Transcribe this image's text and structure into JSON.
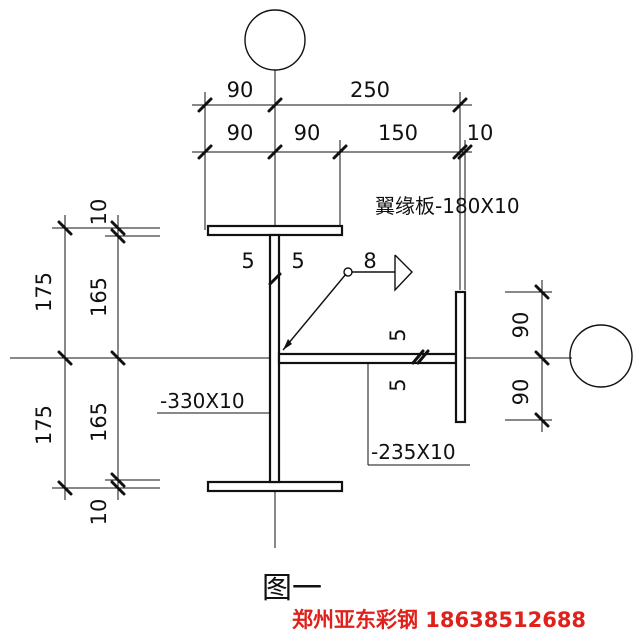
{
  "top_dimensions": {
    "row1": [
      "90",
      "250"
    ],
    "row2": [
      "90",
      "90",
      "150",
      "10"
    ]
  },
  "flange_label": "翼缘板-180X10",
  "left_dimensions": {
    "outer": [
      "10",
      "175",
      "175",
      "10"
    ],
    "inner": [
      "165",
      "165"
    ]
  },
  "right_dimensions": [
    "90",
    "90"
  ],
  "web_welds": [
    "5",
    "5"
  ],
  "stiffener_welds": [
    "5",
    "5"
  ],
  "weld_symbol": "8",
  "web_plate_label": "-330X10",
  "stiffener_plate_label": "-235X10",
  "figure_caption": "图一",
  "watermark": {
    "text": "郑州亚东彩钢 18638512688",
    "color": "#e0211b"
  }
}
